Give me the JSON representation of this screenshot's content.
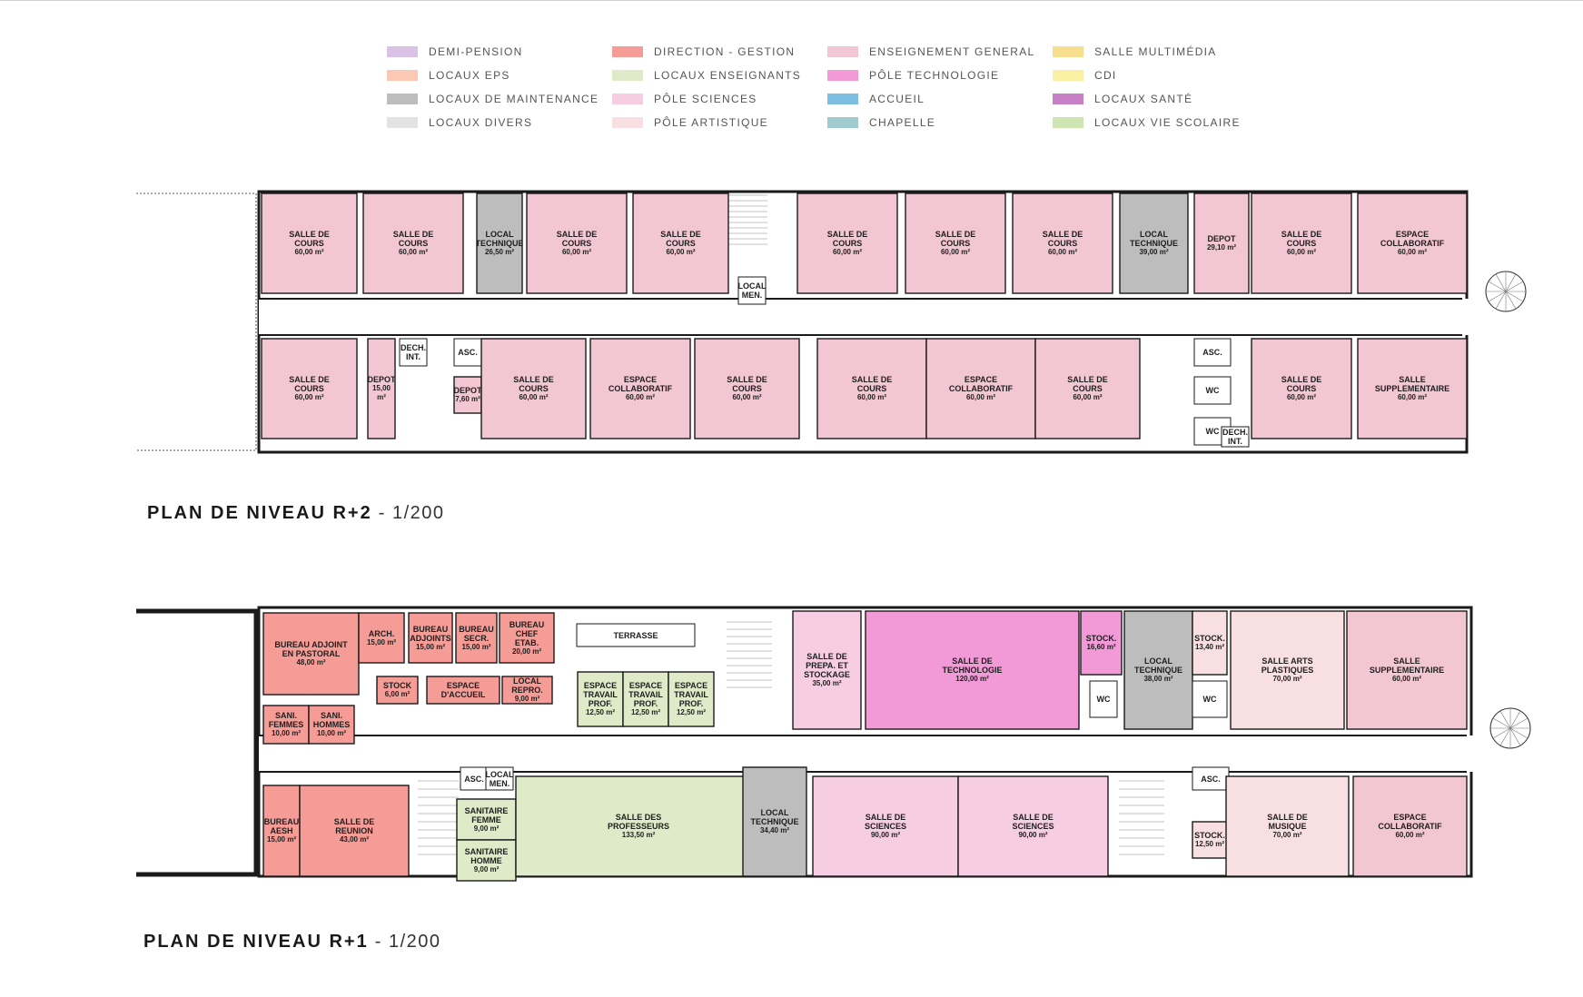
{
  "legend": [
    {
      "label": "DEMI-PENSION",
      "color": "#d9c2e6"
    },
    {
      "label": "LOCAUX EPS",
      "color": "#fbc8b4"
    },
    {
      "label": "LOCAUX DE MAINTENANCE",
      "color": "#bdbdbd"
    },
    {
      "label": "LOCAUX DIVERS",
      "color": "#e3e3e3"
    },
    {
      "label": "DIRECTION - GESTION",
      "color": "#f59c96"
    },
    {
      "label": "LOCAUX ENSEIGNANTS",
      "color": "#deeac8"
    },
    {
      "label": "PÔLE SCIENCES",
      "color": "#f6cde3"
    },
    {
      "label": "PÔLE ARTISTIQUE",
      "color": "#f8dfe2"
    },
    {
      "label": "ENSEIGNEMENT GENERAL",
      "color": "#f3c6d3"
    },
    {
      "label": "PÔLE TECHNOLOGIE",
      "color": "#f29ad8"
    },
    {
      "label": "ACCUEIL",
      "color": "#7dbde2"
    },
    {
      "label": "CHAPELLE",
      "color": "#9fcbcf"
    },
    {
      "label": "SALLE MULTIMÉDIA",
      "color": "#f8de8f"
    },
    {
      "label": "CDI",
      "color": "#faf0a3"
    },
    {
      "label": "LOCAUX SANTÉ",
      "color": "#c77fc6"
    },
    {
      "label": "LOCAUX VIE SCOLAIRE",
      "color": "#cfe6b4"
    }
  ],
  "plans": [
    {
      "title_bold": "PLAN DE NIVEAU R+2",
      "title_scale": " - 1/200",
      "rooms": [
        {
          "name": "SALLE DE\nCOURS",
          "area": "60,00 m²",
          "cat": "gen"
        },
        {
          "name": "SALLE DE\nCOURS",
          "area": "60,00 m²",
          "cat": "gen"
        },
        {
          "name": "LOCAL\nTECHNIQUE",
          "area": "26,50 m²",
          "cat": "maint"
        },
        {
          "name": "SALLE DE\nCOURS",
          "area": "60,00 m²",
          "cat": "gen"
        },
        {
          "name": "SALLE DE\nCOURS",
          "area": "60,00 m²",
          "cat": "gen"
        },
        {
          "name": "LOCAL\nMEN.",
          "area": "",
          "cat": "none"
        },
        {
          "name": "SALLE DE\nCOURS",
          "area": "60,00 m²",
          "cat": "gen"
        },
        {
          "name": "SALLE DE\nCOURS",
          "area": "60,00 m²",
          "cat": "gen"
        },
        {
          "name": "SALLE DE\nCOURS",
          "area": "60,00 m²",
          "cat": "gen"
        },
        {
          "name": "LOCAL\nTECHNIQUE",
          "area": "39,00 m²",
          "cat": "maint"
        },
        {
          "name": "DEPOT",
          "area": "29,10 m²",
          "cat": "gen"
        },
        {
          "name": "SALLE DE\nCOURS",
          "area": "60,00 m²",
          "cat": "gen"
        },
        {
          "name": "ESPACE\nCOLLABORATIF",
          "area": "60,00 m²",
          "cat": "gen"
        },
        {
          "name": "SALLE DE\nCOURS",
          "area": "60,00 m²",
          "cat": "gen"
        },
        {
          "name": "DEPOT",
          "area": "15,00 m²",
          "cat": "gen"
        },
        {
          "name": "DECH.\nINT.",
          "area": "",
          "cat": "none"
        },
        {
          "name": "ASC.",
          "area": "",
          "cat": "none"
        },
        {
          "name": "DEPOT",
          "area": "7,60 m²",
          "cat": "gen"
        },
        {
          "name": "SALLE DE\nCOURS",
          "area": "60,00 m²",
          "cat": "gen"
        },
        {
          "name": "ESPACE\nCOLLABORATIF",
          "area": "60,00 m²",
          "cat": "gen"
        },
        {
          "name": "SALLE DE\nCOURS",
          "area": "60,00 m²",
          "cat": "gen"
        },
        {
          "name": "SALLE DE\nCOURS",
          "area": "60,00 m²",
          "cat": "gen"
        },
        {
          "name": "ESPACE\nCOLLABORATIF",
          "area": "60,00 m²",
          "cat": "gen"
        },
        {
          "name": "SALLE DE\nCOURS",
          "area": "60,00 m²",
          "cat": "gen"
        },
        {
          "name": "ASC.",
          "area": "",
          "cat": "none"
        },
        {
          "name": "WC",
          "area": "",
          "cat": "none"
        },
        {
          "name": "WC",
          "area": "",
          "cat": "none"
        },
        {
          "name": "DECH.\nINT.",
          "area": "",
          "cat": "none"
        },
        {
          "name": "SALLE DE\nCOURS",
          "area": "60,00 m²",
          "cat": "gen"
        },
        {
          "name": "SALLE\nSUPPLEMENTAIRE",
          "area": "60,00 m²",
          "cat": "gen"
        }
      ]
    },
    {
      "title_bold": "PLAN DE NIVEAU R+1",
      "title_scale": " - 1/200",
      "rooms": [
        {
          "name": "BUREAU ADJOINT\nEN PASTORAL",
          "area": "48,00 m²",
          "cat": "dir"
        },
        {
          "name": "ARCH.",
          "area": "15,00 m²",
          "cat": "dir"
        },
        {
          "name": "BUREAU\nADJOINTS",
          "area": "15,00 m²",
          "cat": "dir"
        },
        {
          "name": "BUREAU\nSECR.",
          "area": "15,00 m²",
          "cat": "dir"
        },
        {
          "name": "BUREAU CHEF\nETAB.",
          "area": "20,00 m²",
          "cat": "dir"
        },
        {
          "name": "STOCK",
          "area": "6,00 m²",
          "cat": "dir"
        },
        {
          "name": "ESPACE\nD'ACCUEIL",
          "area": "",
          "cat": "dir"
        },
        {
          "name": "LOCAL\nREPRO.",
          "area": "9,00 m²",
          "cat": "dir"
        },
        {
          "name": "SANI.\nFEMMES",
          "area": "10,00 m²",
          "cat": "dir"
        },
        {
          "name": "SANI.\nHOMMES",
          "area": "10,00 m²",
          "cat": "dir"
        },
        {
          "name": "TERRASSE",
          "area": "",
          "cat": "none"
        },
        {
          "name": "ESPACE\nTRAVAIL\nPROF.",
          "area": "12,50 m²",
          "cat": "ens"
        },
        {
          "name": "ESPACE\nTRAVAIL\nPROF.",
          "area": "12,50 m²",
          "cat": "ens"
        },
        {
          "name": "ESPACE\nTRAVAIL\nPROF.",
          "area": "12,50 m²",
          "cat": "ens"
        },
        {
          "name": "SALLE DE\nPREPA. ET\nSTOCKAGE",
          "area": "35,00 m²",
          "cat": "sci"
        },
        {
          "name": "SALLE DE\nTECHNOLOGIE",
          "area": "120,00 m²",
          "cat": "tech"
        },
        {
          "name": "STOCK.",
          "area": "16,60 m²",
          "cat": "tech"
        },
        {
          "name": "WC",
          "area": "",
          "cat": "none"
        },
        {
          "name": "LOCAL\nTECHNIQUE",
          "area": "38,00 m²",
          "cat": "maint"
        },
        {
          "name": "STOCK.",
          "area": "13,40 m²",
          "cat": "art"
        },
        {
          "name": "WC",
          "area": "",
          "cat": "none"
        },
        {
          "name": "SALLE ARTS\nPLASTIQUES",
          "area": "70,00 m²",
          "cat": "art"
        },
        {
          "name": "SALLE\nSUPPLEMENTAIRE",
          "area": "60,00 m²",
          "cat": "gen"
        },
        {
          "name": "BUREAU\nAESH",
          "area": "15,00 m²",
          "cat": "dir"
        },
        {
          "name": "SALLE DE\nREUNION",
          "area": "43,00 m²",
          "cat": "dir"
        },
        {
          "name": "ASC.",
          "area": "",
          "cat": "none"
        },
        {
          "name": "LOCAL\nMEN.",
          "area": "",
          "cat": "none"
        },
        {
          "name": "SANITAIRE\nFEMME",
          "area": "9,00 m²",
          "cat": "ens"
        },
        {
          "name": "SANITAIRE\nHOMME",
          "area": "9,00 m²",
          "cat": "ens"
        },
        {
          "name": "SALLE DES\nPROFESSEURS",
          "area": "133,50 m²",
          "cat": "ens"
        },
        {
          "name": "LOCAL\nTECHNIQUE",
          "area": "34,40 m²",
          "cat": "maint"
        },
        {
          "name": "SALLE DE\nSCIENCES",
          "area": "90,00 m²",
          "cat": "sci"
        },
        {
          "name": "SALLE DE\nSCIENCES",
          "area": "90,00 m²",
          "cat": "sci"
        },
        {
          "name": "ASC.",
          "area": "",
          "cat": "none"
        },
        {
          "name": "STOCK.",
          "area": "12,50 m²",
          "cat": "art"
        },
        {
          "name": "SALLE DE\nMUSIQUE",
          "area": "70,00 m²",
          "cat": "art"
        },
        {
          "name": "ESPACE\nCOLLABORATIF",
          "area": "60,00 m²",
          "cat": "gen"
        }
      ]
    }
  ],
  "category_colors": {
    "gen": "#f3c6d3",
    "maint": "#bdbdbd",
    "dir": "#f59c96",
    "ens": "#deeac8",
    "sci": "#f6cde3",
    "tech": "#f29ad8",
    "art": "#f8dfe2",
    "none": "#ffffff"
  }
}
